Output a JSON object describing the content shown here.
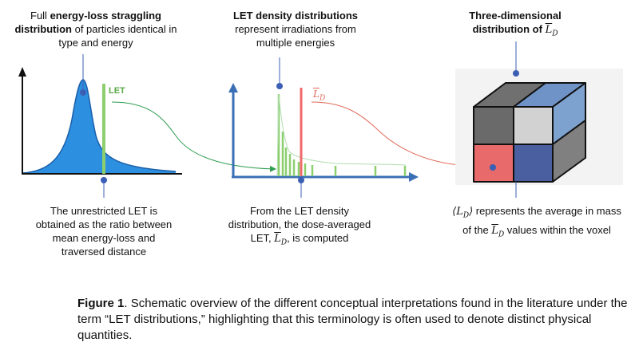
{
  "panel1": {
    "header_pre": "Full ",
    "header_bold": "energy-loss straggling distribution",
    "header_post": " of particles identical in type and energy",
    "curve_label": "LET",
    "footer": "The unrestricted LET is obtained as the ratio between mean energy-loss and traversed distance"
  },
  "panel2": {
    "header_bold": "LET density distributions",
    "header_rest": "represent irradiations from multiple energies",
    "curve_label": "L",
    "curve_label_sub": "D",
    "footer_l1": "From the LET density",
    "footer_l2": "distribution, the dose-averaged",
    "footer_l3_pre": "LET, ",
    "footer_l3_math": "L",
    "footer_l3_sub": "D",
    "footer_l3_post": ", is computed",
    "footer_l4": ""
  },
  "panel3": {
    "header_bold_l1": "Three-dimensional",
    "header_bold_l2": "distribution of ",
    "header_math": "L",
    "header_sub": "D",
    "footer_l1_math": "⟨L",
    "footer_l1_sub": "D",
    "footer_l1_close": "⟩",
    "footer_l1_post": " represents the average in mass",
    "footer_l2_pre": "of the ",
    "footer_l2_math": "L",
    "footer_l2_sub": "D",
    "footer_l2_post": " values within the voxel"
  },
  "caption": {
    "label": "Figure 1",
    "text": ". Schematic overview of the different conceptual interpretations found in the literature under the term “LET distributions,” highlighting that this terminology is often used to denote distinct physical quantities."
  },
  "colors": {
    "axis": "#3a6fb5",
    "fill_blue": "#2d8fe0",
    "let_green": "#8ccf6e",
    "dot": "#3b5fb5",
    "arrow1": "#2f9e52",
    "arrow2": "#e06a5a",
    "red_line": "#f06a6a"
  }
}
